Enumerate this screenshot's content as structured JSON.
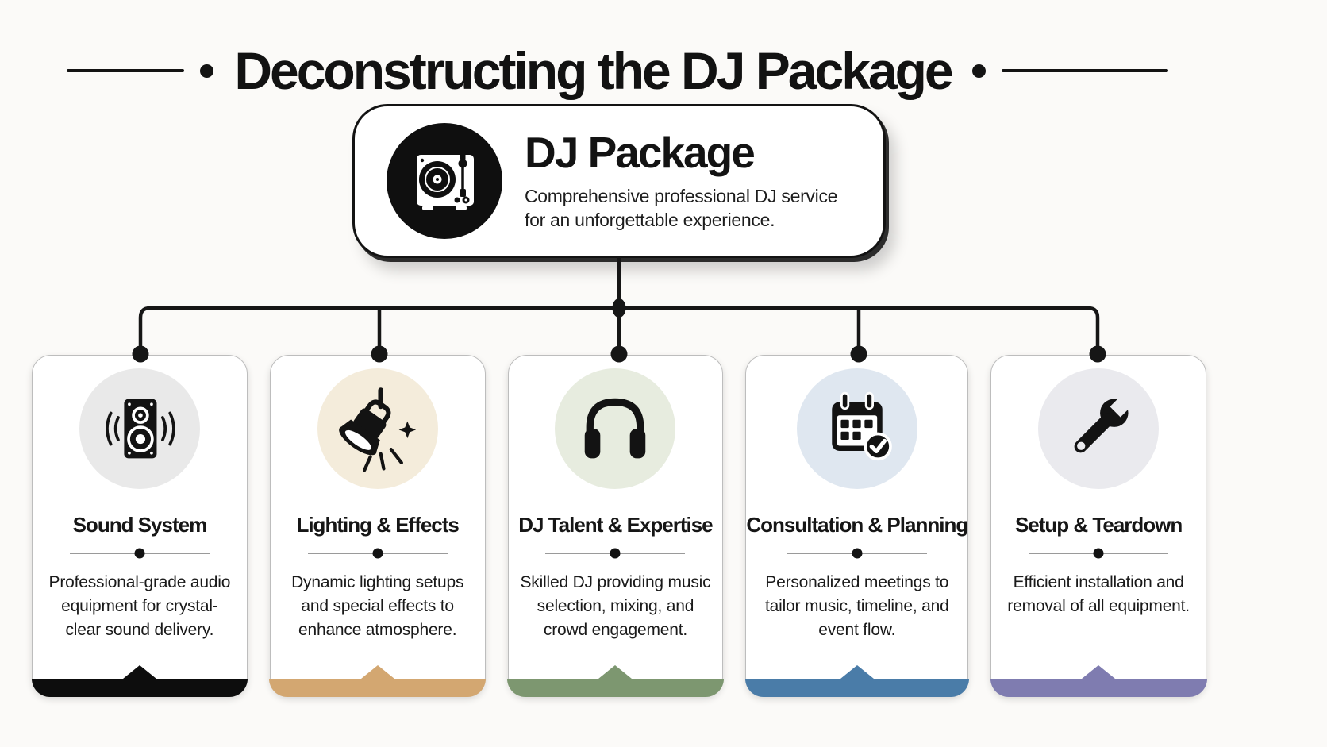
{
  "header": {
    "title": "Deconstructing the DJ Package"
  },
  "hero": {
    "icon": "turntable-icon",
    "title": "DJ Package",
    "description": "Comprehensive professional DJ service for an unforgettable experience."
  },
  "colors": {
    "background": "#fbfaf8",
    "card_border": "#bdbdbd",
    "line": "#161616"
  },
  "cards": [
    {
      "title": "Sound System",
      "description": "Professional-grade audio equipment for crystal-clear sound delivery.",
      "icon": "speaker-icon",
      "icon_bg": "#e9e9e9",
      "accent": "#0d0d0d"
    },
    {
      "title": "Lighting & Effects",
      "description": "Dynamic lighting setups and special effects to enhance atmosphere.",
      "icon": "spotlight-icon",
      "icon_bg": "#f4ecdb",
      "accent": "#d3a771"
    },
    {
      "title": "DJ Talent & Expertise",
      "description": "Skilled DJ providing music selection, mixing, and crowd engagement.",
      "icon": "headphones-icon",
      "icon_bg": "#e7ecdf",
      "accent": "#7d9770"
    },
    {
      "title": "Consultation & Planning",
      "description": "Personalized meetings to tailor music, timeline, and event flow.",
      "icon": "calendar-check-icon",
      "icon_bg": "#dfe7f0",
      "accent": "#4a7ca8"
    },
    {
      "title": "Setup & Teardown",
      "description": "Efficient installation and removal of all equipment.",
      "icon": "wrench-icon",
      "icon_bg": "#eaeaee",
      "accent": "#7f7cb0"
    }
  ]
}
